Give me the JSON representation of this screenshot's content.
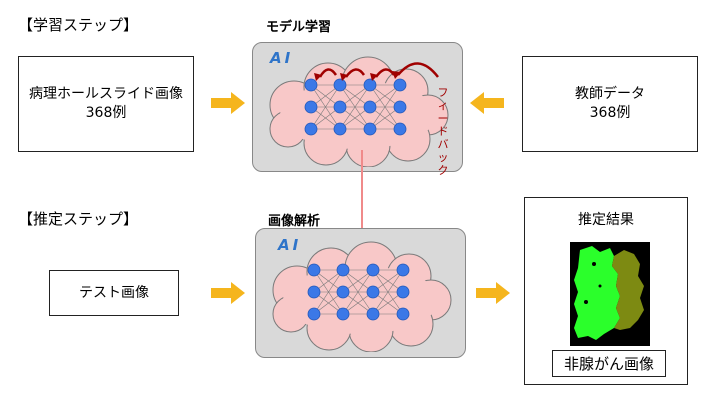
{
  "learning": {
    "step_label": "【学習ステップ】",
    "section_title": "モデル学習",
    "input_line1": "病理ホールスライド画像",
    "input_line2": "368例",
    "teacher_line1": "教師データ",
    "teacher_line2": "368例",
    "ai_label": "AI",
    "feedback_chars": [
      "フ",
      "ィ",
      "ー",
      "ド",
      "バ",
      "ッ",
      "ク"
    ]
  },
  "inference": {
    "step_label": "【推定ステップ】",
    "section_title": "画像解析",
    "input_label": "テスト画像",
    "ai_label": "AI",
    "result_title": "推定結果",
    "result_badge": "非腺がん画像"
  },
  "colors": {
    "arrow": "#f5b51d",
    "node": "#3b78e7",
    "cloud": "#f8c8c8",
    "connector": "#f08a8a",
    "feedback": "#a00000",
    "tissue_green": "#2bff2b",
    "tissue_olive": "#7d8a12"
  }
}
